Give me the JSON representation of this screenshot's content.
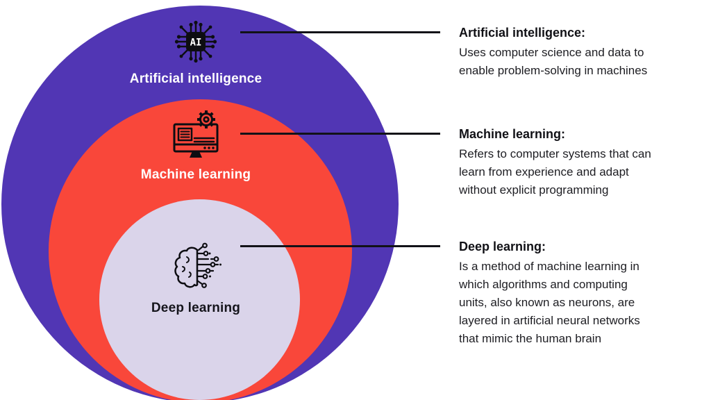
{
  "diagram": {
    "type": "nested-venn",
    "background_color": "#ffffff",
    "connector_color": "#121218",
    "rings": [
      {
        "id": "artificial-intelligence",
        "label": "Artificial intelligence",
        "chip_text": "AI",
        "icon": "ai-chip-icon",
        "color": "#5136b4",
        "label_color": "#ffffff"
      },
      {
        "id": "machine-learning",
        "label": "Machine learning",
        "icon": "monitor-gear-icon",
        "color": "#f9473a",
        "label_color": "#ffffff"
      },
      {
        "id": "deep-learning",
        "label": "Deep learning",
        "icon": "brain-circuit-icon",
        "color": "#dad4ea",
        "label_color": "#15151c"
      }
    ],
    "annotations": [
      {
        "heading": "Artificial intelligence:",
        "body": "Uses computer science and data to\nenable problem-solving in machines"
      },
      {
        "heading": "Machine learning:",
        "body": "Refers to computer systems that can\nlearn from experience and adapt\nwithout explicit programming"
      },
      {
        "heading": "Deep learning:",
        "body": "Is a method of machine learning in\nwhich algorithms and computing\nunits, also known as neurons, are\nlayered in artificial neural networks\nthat mimic the human brain"
      }
    ]
  }
}
